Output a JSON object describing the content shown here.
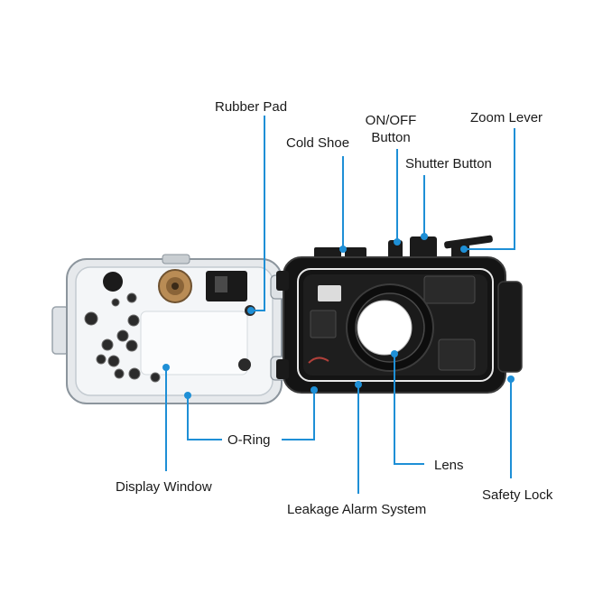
{
  "labels": {
    "rubber_pad": "Rubber Pad",
    "cold_shoe": "Cold  Shoe",
    "on_off_line1": "ON/OFF",
    "on_off_line2": "Button",
    "zoom_lever": "Zoom Lever",
    "shutter_button": "Shutter Button",
    "o_ring": "O-Ring",
    "display_window": "Display Window",
    "lens": "Lens",
    "leakage_alarm": "Leakage Alarm System",
    "safety_lock": "Safety Lock"
  },
  "colors": {
    "leader_line": "#1e8fd6",
    "leader_dot": "#1e8fd6",
    "text": "#1a1a1a",
    "housing_frame": "#111111",
    "door_clear": "#e9ecef",
    "lens_port": "#ffffff"
  }
}
